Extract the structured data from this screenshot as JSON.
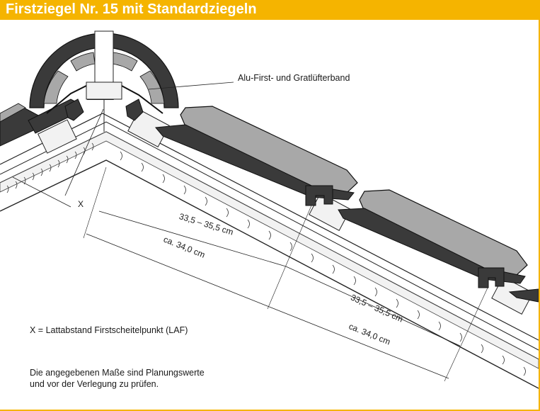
{
  "title": "Firstziegel Nr. 15 mit Standardziegeln",
  "labels": {
    "vent_band": "Alu-First- und Gratlüfterband",
    "x_marker": "X",
    "dim_upper_1": "33,5 – 35,5 cm",
    "dim_upper_2": "ca. 34,0 cm",
    "dim_lower_1": "33,5 – 35,5 cm",
    "dim_lower_2": "ca. 34,0 cm"
  },
  "notes": {
    "legend_x": "X = Lattabstand Firstscheitelpunkt (LAF)",
    "planning_line1": "Die angegebenen Maße sind Planungswerte",
    "planning_line2": "und vor der Verlegung zu prüfen."
  },
  "colors": {
    "frame": "#f5b400",
    "tile_dark": "#3a3a3a",
    "tile_grey": "#a8a8a8",
    "roof_fill": "#ececec",
    "outline": "#222222"
  }
}
